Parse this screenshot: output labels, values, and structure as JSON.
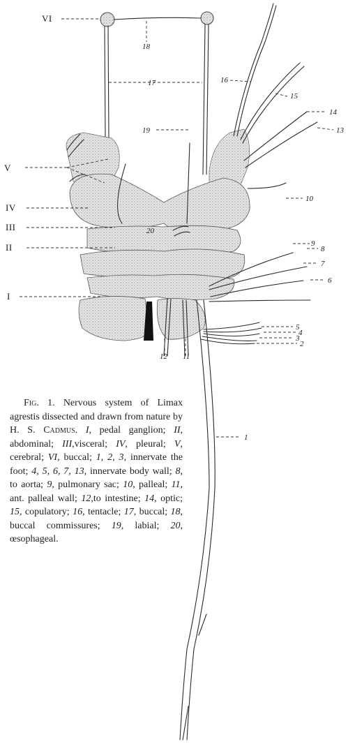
{
  "figure_labels": {
    "roman": {
      "VI": "VI",
      "V": "V",
      "IV": "IV",
      "III": "III",
      "II": "II",
      "I": "I"
    },
    "numbers": {
      "n1": "1",
      "n2": "2",
      "n3": "3",
      "n4": "4",
      "n5": "5",
      "n6": "6",
      "n7": "7",
      "n8": "8",
      "n9": "9",
      "n10": "10",
      "n11": "11",
      "n12": "12",
      "n13": "13",
      "n14": "14",
      "n15": "15",
      "n16": "16",
      "n17": "17",
      "n18": "18",
      "n19": "19",
      "n20": "20"
    }
  },
  "caption": {
    "figure_label": "Fig. 1.",
    "intro": "Nervous system of Limax agrestis dissected and drawn from nature by H. S.",
    "author_surname": "Cadmus.",
    "legend": [
      {
        "key": "I",
        "text": ", pedal ganglion; "
      },
      {
        "key": "II",
        "text": ", abdominal; "
      },
      {
        "key": "III",
        "text": ",visceral; "
      },
      {
        "key": "IV",
        "text": ", pleural; "
      },
      {
        "key": "V",
        "text": ", cerebral; "
      },
      {
        "key": "VI",
        "text": ", buccal; "
      },
      {
        "key": "1, 2, 3",
        "text": ", innervate the foot; "
      },
      {
        "key": "4, 5, 6, 7, 13",
        "text": ", innervate body wall; "
      },
      {
        "key": "8",
        "text": ", to aorta; "
      },
      {
        "key": "9",
        "text": ", pulmonary sac; "
      },
      {
        "key": "10",
        "text": ", palleal; "
      },
      {
        "key": "11",
        "text": ", ant. palleal wall; "
      },
      {
        "key": "12",
        "text": ",to intestine; "
      },
      {
        "key": "14",
        "text": ", optic; "
      },
      {
        "key": "15",
        "text": ", copulatory; "
      },
      {
        "key": "16",
        "text": ", tentacle; "
      },
      {
        "key": "17",
        "text": ", buccal; "
      },
      {
        "key": "18",
        "text": ", buccal commissures; "
      },
      {
        "key": "19",
        "text": ", labial; "
      },
      {
        "key": "20",
        "text": ", œsophageal."
      }
    ]
  },
  "colors": {
    "ink": "#1e1e1e",
    "stipple": "#d9d9d9",
    "paper": "#ffffff"
  }
}
